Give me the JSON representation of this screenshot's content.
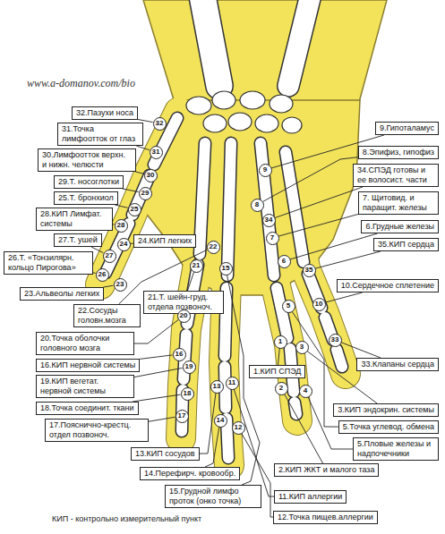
{
  "diagram": {
    "nodes": [
      {
        "text": [
          "32.Пазухи носа"
        ]
      },
      {
        "text": [
          "32"
        ]
      },
      {
        "text": [
          "9.Гипоталамус"
        ]
      },
      {
        "text": [
          "9"
        ]
      },
      {
        "text": [
          "31.Точка лимфоотток от глаз"
        ]
      },
      {
        "text": [
          "31"
        ]
      },
      {
        "text": [
          "8.Эпифиз, гипофиз"
        ]
      },
      {
        "text": [
          "8"
        ]
      },
      {
        "text": [
          "30.Лимфоотток верхн. и нижн. челюсти"
        ]
      },
      {
        "text": [
          "30"
        ]
      },
      {
        "text": [
          "34.СПЭД готовы и ее волосист. части"
        ]
      },
      {
        "text": [
          "34"
        ]
      },
      {
        "text": [
          "29.Т. носоглотки"
        ]
      },
      {
        "text": [
          "29"
        ]
      },
      {
        "text": [
          "7. Щитовид. и паращит. железы"
        ]
      },
      {
        "text": [
          "7"
        ]
      },
      {
        "text": [
          "25.Т. бронхиол"
        ]
      },
      {
        "text": [
          "25"
        ]
      },
      {
        "text": [
          "28.КИП Лимфат. системы"
        ]
      },
      {
        "text": [
          "28"
        ]
      },
      {
        "text": [
          "6.Грудные железы"
        ]
      },
      {
        "text": [
          "6"
        ]
      },
      {
        "text": [
          "27.Т. ушей"
        ]
      },
      {
        "text": [
          "27"
        ]
      },
      {
        "text": [
          "24.КИП легких"
        ]
      },
      {
        "text": [
          "24"
        ]
      },
      {
        "text": [
          "35.КИП сердца"
        ]
      },
      {
        "text": [
          "35"
        ]
      },
      {
        "text": [
          "26.Т. «Тонзилярн. кольцо Пирогова»"
        ]
      },
      {
        "text": [
          "26"
        ]
      },
      {
        "text": [
          "10.Сердечное сплетение"
        ]
      },
      {
        "text": [
          "10"
        ]
      },
      {
        "text": [
          "23.Альвеолы легких"
        ]
      },
      {
        "text": [
          "23"
        ]
      },
      {
        "text": [
          "21.Т. шейн-груд. отдела позвоноч."
        ]
      },
      {
        "text": [
          "21"
        ]
      },
      {
        "text": [
          "22.Сосуды головн.мозга"
        ]
      },
      {
        "text": [
          "22"
        ]
      },
      {
        "text": [
          "20.Точка оболочки головного мозга"
        ]
      },
      {
        "text": [
          "20"
        ]
      },
      {
        "text": [
          "16.КИП нервной системы"
        ]
      },
      {
        "text": [
          "16"
        ]
      },
      {
        "text": [
          "33.Клапаны сердца"
        ]
      },
      {
        "text": [
          "33"
        ]
      },
      {
        "text": [
          "1.КИП СПЭД"
        ]
      },
      {
        "text": [
          "1"
        ]
      },
      {
        "text": [
          "19.КИП вегетат. нервной системы"
        ]
      },
      {
        "text": [
          "19"
        ]
      },
      {
        "text": [
          "18.Точка соединит. ткани"
        ]
      },
      {
        "text": [
          "18"
        ]
      },
      {
        "text": [
          "3.КИП эндокрин. системы"
        ]
      },
      {
        "text": [
          "3"
        ]
      },
      {
        "text": [
          "17.Пояснично-крестц. отдел позвоноч."
        ]
      },
      {
        "text": [
          "17"
        ]
      },
      {
        "text": [
          "5.Точка углевод. обмена"
        ]
      },
      {
        "text": [
          "5"
        ]
      },
      {
        "text": [
          "5.Пловые железы и надпочечники"
        ]
      },
      {
        "text": [
          "4"
        ]
      },
      {
        "text": [
          "13.КИП сосудов"
        ]
      },
      {
        "text": [
          "13"
        ]
      },
      {
        "text": [
          "2.КИП ЖКТ и малого таза"
        ]
      },
      {
        "text": [
          "2"
        ]
      },
      {
        "text": [
          "14.Перефирч. кровообр."
        ]
      },
      {
        "text": [
          "14"
        ]
      },
      {
        "text": [
          "15.Грудной лимфо проток (онко точка)"
        ]
      },
      {
        "text": [
          "15"
        ]
      },
      {
        "text": [
          "11.КИП аллергии"
        ]
      },
      {
        "text": [
          "11"
        ]
      },
      {
        "text": [
          "12.Точка пищев.аллергии"
        ]
      },
      {
        "text": [
          "12"
        ]
      }
    ],
    "edges": [
      {
        "from": 0,
        "to": 1,
        "arrow": "none"
      },
      {
        "from": 2,
        "to": 3,
        "arrow": "none"
      },
      {
        "from": 4,
        "to": 5,
        "arrow": "none"
      },
      {
        "from": 6,
        "to": 7,
        "arrow": "none"
      },
      {
        "from": 8,
        "to": 9,
        "arrow": "none"
      },
      {
        "from": 10,
        "to": 11,
        "arrow": "none"
      },
      {
        "from": 12,
        "to": 13,
        "arrow": "none"
      },
      {
        "from": 14,
        "to": 15,
        "arrow": "none"
      },
      {
        "from": 16,
        "to": 17,
        "arrow": "none"
      },
      {
        "from": 18,
        "to": 19,
        "arrow": "none"
      },
      {
        "from": 20,
        "to": 21,
        "arrow": "none"
      },
      {
        "from": 22,
        "to": 23,
        "arrow": "none"
      },
      {
        "from": 24,
        "to": 25,
        "arrow": "none"
      },
      {
        "from": 26,
        "to": 27,
        "arrow": "none"
      },
      {
        "from": 28,
        "to": 29,
        "arrow": "none"
      },
      {
        "from": 30,
        "to": 31,
        "arrow": "none"
      },
      {
        "from": 32,
        "to": 33,
        "arrow": "none"
      },
      {
        "from": 34,
        "to": 35,
        "arrow": "none"
      },
      {
        "from": 36,
        "to": 37,
        "arrow": "none"
      },
      {
        "from": 38,
        "to": 39,
        "arrow": "none"
      },
      {
        "from": 40,
        "to": 41,
        "arrow": "none"
      },
      {
        "from": 42,
        "to": 43,
        "arrow": "none"
      },
      {
        "from": 44,
        "to": 45,
        "arrow": "none"
      },
      {
        "from": 46,
        "to": 47,
        "arrow": "none"
      },
      {
        "from": 48,
        "to": 49,
        "arrow": "none"
      },
      {
        "from": 50,
        "to": 51,
        "arrow": "none"
      },
      {
        "from": 52,
        "to": 53,
        "arrow": "none"
      },
      {
        "from": 54,
        "to": 55,
        "arrow": "none"
      },
      {
        "from": 56,
        "to": 57,
        "arrow": "none"
      },
      {
        "from": 58,
        "to": 59,
        "arrow": "none"
      },
      {
        "from": 60,
        "to": 61,
        "arrow": "none"
      },
      {
        "from": 62,
        "to": 63,
        "arrow": "none"
      },
      {
        "from": 64,
        "to": 65,
        "arrow": "none"
      },
      {
        "from": 66,
        "to": 67,
        "arrow": "none"
      },
      {
        "from": 68,
        "to": 69,
        "arrow": "none"
      }
    ],
    "labels": [
      "www.a-domanov.com/bio",
      "КИП - контрольно измерительный пункт"
    ]
  }
}
